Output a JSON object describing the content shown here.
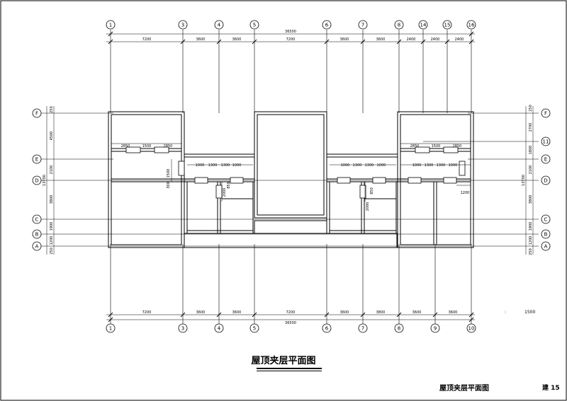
{
  "drawing": {
    "title": "屋顶夹层平面图",
    "title_block": {
      "title": "屋顶夹层平面图",
      "sheet_no": "建 15"
    },
    "scale_text": "1500",
    "scale_dot": ":"
  },
  "axes_top": [
    "1",
    "3",
    "4",
    "5",
    "6",
    "7",
    "8",
    "14",
    "15",
    "16"
  ],
  "axes_bottom": [
    "1",
    "3",
    "4",
    "5",
    "6",
    "7",
    "8",
    "9",
    "10"
  ],
  "rows_left": [
    "F",
    "E",
    "D",
    "C",
    "B",
    "A"
  ],
  "rows_right": [
    "F",
    "11",
    "E",
    "D",
    "C",
    "B",
    "A"
  ],
  "dims": {
    "top_total": "36500",
    "top_segments": [
      "7200",
      "3600",
      "3600",
      "7200",
      "3600",
      "3600",
      "2400",
      "2400",
      "2400"
    ],
    "bottom_total": "36500",
    "bottom_segments": [
      "7200",
      "3600",
      "3600",
      "7200",
      "3600",
      "3800",
      "3600",
      "3600"
    ],
    "left_total": "13700",
    "left_segments": [
      "250",
      "4500",
      "2100",
      "3800",
      "1900",
      "1200",
      "250"
    ],
    "right_total": "13700",
    "right_segments": [
      "250",
      "2700",
      "1800",
      "2100",
      "3800",
      "1900",
      "1200",
      "250"
    ],
    "inner_left_win": [
      "2850",
      "1500",
      "2850"
    ],
    "inner_right_win": [
      "2850",
      "1500",
      "2850"
    ],
    "inner_mid_a": [
      "1000",
      "1300",
      "1300",
      "1000"
    ],
    "inner_mid_b": [
      "1000",
      "1300",
      "1300",
      "1000"
    ],
    "inner_mid_c": [
      "1000",
      "1300",
      "1300",
      "1000"
    ],
    "inner_v_a": [
      "1500",
      "300"
    ],
    "inner_v_b": [
      "2000",
      "850"
    ],
    "inner_v_c": [
      "2000",
      "850"
    ],
    "inner_right_small": "1200"
  }
}
